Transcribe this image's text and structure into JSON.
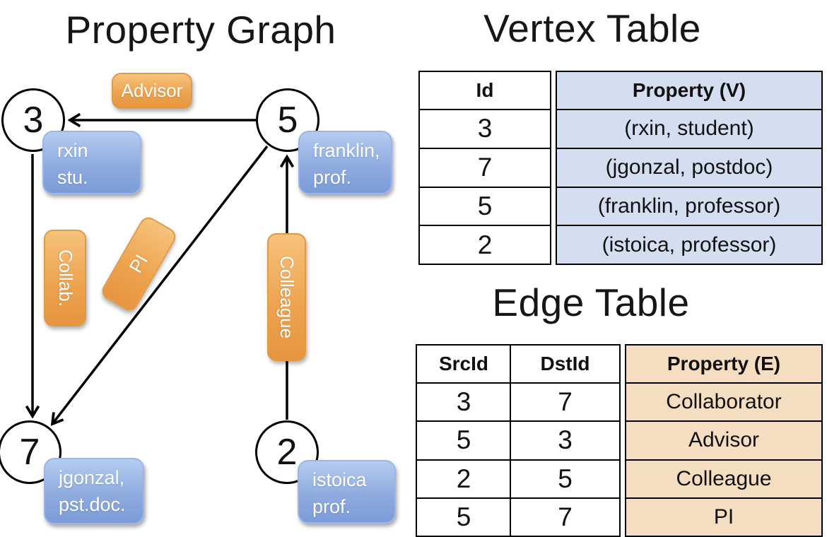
{
  "graph": {
    "title": "Property Graph",
    "nodes": [
      {
        "id": "3",
        "line1": "rxin",
        "line2": "stu."
      },
      {
        "id": "5",
        "line1": "franklin,",
        "line2": "prof."
      },
      {
        "id": "7",
        "line1": "jgonzal,",
        "line2": "pst.doc."
      },
      {
        "id": "2",
        "line1": "istoica",
        "line2": "prof."
      }
    ],
    "edge_labels": {
      "advisor": "Advisor",
      "collab": "Collab.",
      "pi": "PI",
      "colleague": "Colleague"
    }
  },
  "vertex_table": {
    "title": "Vertex Table",
    "col_id": "Id",
    "col_property": "Property (V)",
    "rows": [
      {
        "id": "3",
        "property": "(rxin, student)"
      },
      {
        "id": "7",
        "property": "(jgonzal, postdoc)"
      },
      {
        "id": "5",
        "property": "(franklin, professor)"
      },
      {
        "id": "2",
        "property": "(istoica, professor)"
      }
    ]
  },
  "edge_table": {
    "title": "Edge Table",
    "col_src": "SrcId",
    "col_dst": "DstId",
    "col_property": "Property (E)",
    "rows": [
      {
        "src": "3",
        "dst": "7",
        "property": "Collaborator"
      },
      {
        "src": "5",
        "dst": "3",
        "property": "Advisor"
      },
      {
        "src": "2",
        "dst": "5",
        "property": "Colleague"
      },
      {
        "src": "5",
        "dst": "7",
        "property": "PI"
      }
    ]
  },
  "colors": {
    "edge_stroke": "#000000",
    "vertex_label_blue": "#8fabdf",
    "edge_label_orange": "#eda24d",
    "vertex_table_accent": "#d4def0",
    "edge_table_accent": "#f5ddc1"
  }
}
